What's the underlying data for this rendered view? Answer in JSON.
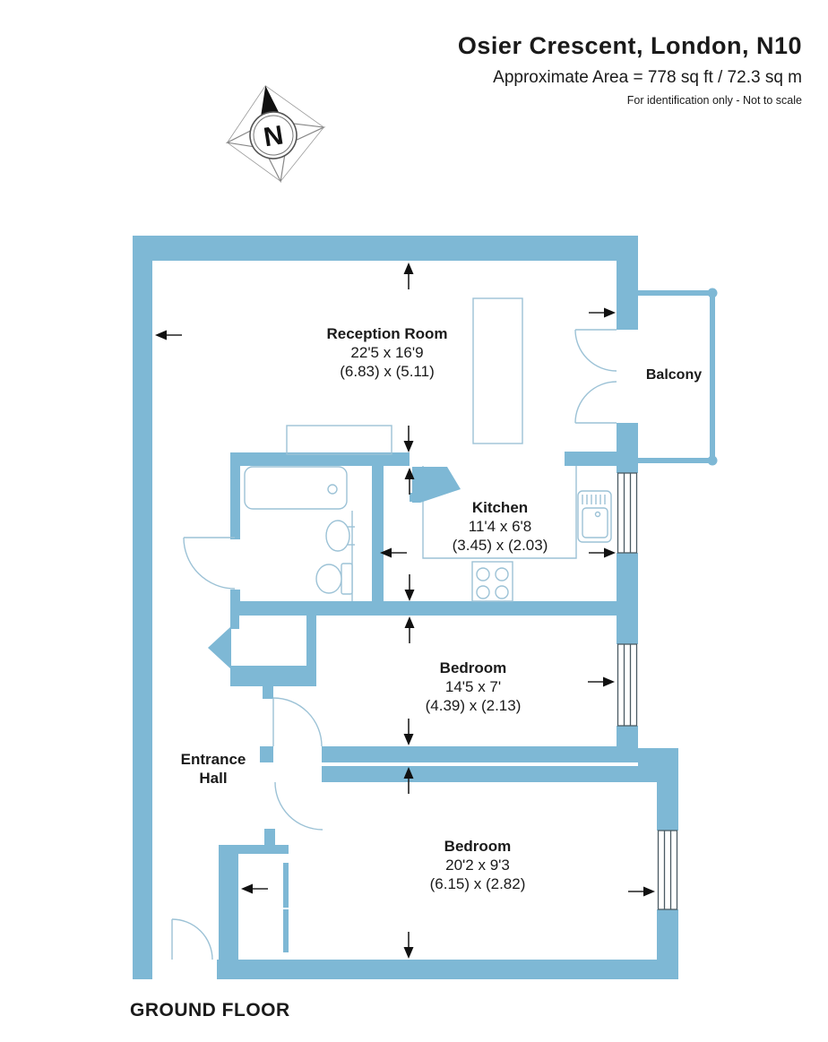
{
  "header": {
    "title": "Osier Crescent, London, N10",
    "subtitle": "Approximate Area = 778 sq ft / 72.3 sq m",
    "disclaimer": "For identification only - Not to scale"
  },
  "compass": {
    "label": "N"
  },
  "floor_label": "GROUND FLOOR",
  "rooms": {
    "reception": {
      "name": "Reception Room",
      "imperial": "22'5 x 16'9",
      "metric": "(6.83) x (5.11)"
    },
    "balcony": {
      "name": "Balcony"
    },
    "kitchen": {
      "name": "Kitchen",
      "imperial": "11'4 x 6'8",
      "metric": "(3.45) x (2.03)"
    },
    "bedroom1": {
      "name": "Bedroom",
      "imperial": "14'5 x 7'",
      "metric": "(4.39) x (2.13)"
    },
    "entrance_hall": {
      "name": "Entrance Hall"
    },
    "bedroom2": {
      "name": "Bedroom",
      "imperial": "20'2 x 9'3",
      "metric": "(6.15) x (2.82)"
    }
  },
  "colors": {
    "wall_blue": "#7EB8D5",
    "fixture_line": "#9CC2D6",
    "glazing_dark": "#4B5B63",
    "text_dark": "#1A1A1A"
  }
}
